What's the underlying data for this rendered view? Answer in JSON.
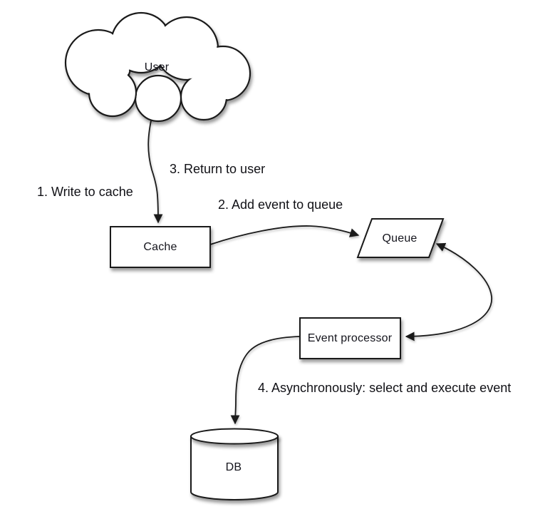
{
  "diagram": {
    "kind": "flow-diagram",
    "background": "#ffffff",
    "nodes": {
      "user": {
        "label": "User",
        "shape": "cloud"
      },
      "cache": {
        "label": "Cache",
        "shape": "rectangle"
      },
      "queue": {
        "label": "Queue",
        "shape": "parallelogram"
      },
      "event_processor": {
        "label": "Event processor",
        "shape": "rectangle"
      },
      "db": {
        "label": "DB",
        "shape": "cylinder"
      }
    },
    "annotations": {
      "step1": "1. Write to cache",
      "step2": "2. Add event to queue",
      "step3": "3. Return to user",
      "step4": "4. Asynchronously: select and execute event"
    },
    "edges": [
      {
        "from": "user",
        "to": "cache",
        "style": "arrow",
        "steps": [
          "1",
          "3"
        ]
      },
      {
        "from": "cache",
        "to": "queue",
        "style": "arrow",
        "steps": [
          "2"
        ]
      },
      {
        "from": "event_processor",
        "to": "queue",
        "style": "double-arrow",
        "steps": []
      },
      {
        "from": "event_processor",
        "to": "db",
        "style": "arrow",
        "steps": [
          "4"
        ]
      }
    ],
    "colors": {
      "shape_fill": "#ffffff",
      "stroke": "#1a1a1a",
      "text": "#14141c"
    }
  }
}
